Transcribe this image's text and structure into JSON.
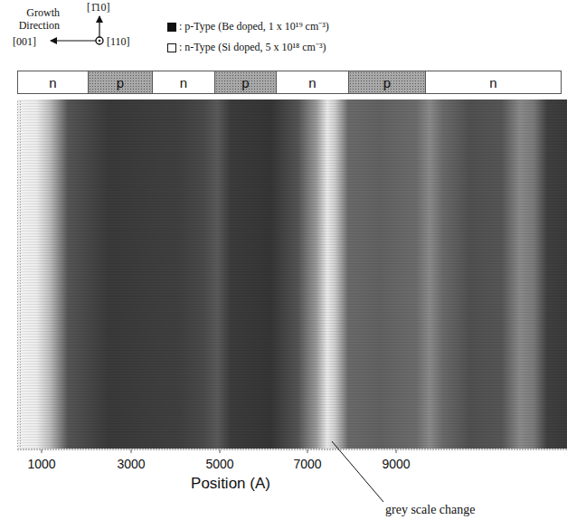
{
  "diagram": {
    "nodes": [
      {
        "text": [
          "n"
        ]
      },
      {
        "text": [
          "p"
        ]
      },
      {
        "text": [
          "n"
        ]
      },
      {
        "text": [
          "p"
        ]
      },
      {
        "text": [
          "n"
        ]
      },
      {
        "text": [
          "p"
        ]
      },
      {
        "text": [
          "n"
        ]
      }
    ],
    "labels": [
      "Growth Direction",
      "[1̄10]",
      "[001]",
      "[110]",
      "1000",
      "3000",
      "5000",
      "7000",
      "9000",
      "Position (A)",
      "grey scale change"
    ],
    "legend": [
      {
        "text": ": p-Type (Be doped, 1 x 10¹⁹ cm⁻³)",
        "color": "#111111"
      },
      {
        "text": ": n-Type (Si doped, 5 x 10¹⁸ cm⁻³)",
        "color": "#ffffff"
      }
    ]
  }
}
